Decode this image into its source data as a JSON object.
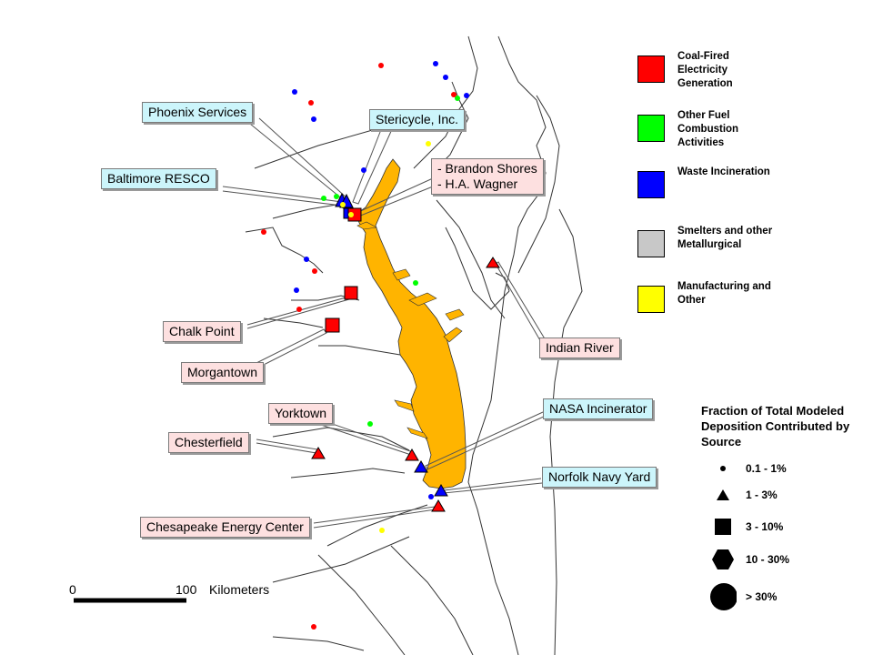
{
  "callouts": {
    "phoenix": "Phoenix Services",
    "stericycle": "Stericycle, Inc.",
    "baltimore": "Baltimore RESCO",
    "brandon_line1": "- Brandon Shores",
    "brandon_line2": "- H.A. Wagner",
    "chalk": "Chalk Point",
    "morgantown": "Morgantown",
    "indian_river": "Indian River",
    "yorktown": "Yorktown",
    "nasa": "NASA Incinerator",
    "chesterfield": "Chesterfield",
    "norfolk": "Norfolk Navy Yard",
    "chesapeake": "Chesapeake Energy Center"
  },
  "source_legend": [
    {
      "label": "Coal-Fired Electricity Generation",
      "color": "#ff0000"
    },
    {
      "label": "Other Fuel Combustion Activities",
      "color": "#00ff00"
    },
    {
      "label": "Waste Incineration",
      "color": "#0000ff"
    },
    {
      "label": "Smelters and other Metallurgical",
      "color": "#c8c8c8"
    },
    {
      "label": "Manufacturing and Other",
      "color": "#ffff00"
    }
  ],
  "size_legend": {
    "title": "Fraction of Total Modeled Deposition Contributed by Source",
    "items": [
      {
        "label": "0.1 - 1%",
        "shape": "circle-small-icon"
      },
      {
        "label": "1 - 3%",
        "shape": "triangle-icon"
      },
      {
        "label": "3 - 10%",
        "shape": "square-icon"
      },
      {
        "label": "10 - 30%",
        "shape": "hexagon-icon"
      },
      {
        "label": "> 30%",
        "shape": "circle-large-icon"
      }
    ]
  },
  "scale_bar": {
    "start": "0",
    "end": "100",
    "unit": "Kilometers"
  },
  "colors": {
    "bay": "#ffb400",
    "callout_blue": "#ccf5fb",
    "callout_pink": "#fde0e0"
  }
}
